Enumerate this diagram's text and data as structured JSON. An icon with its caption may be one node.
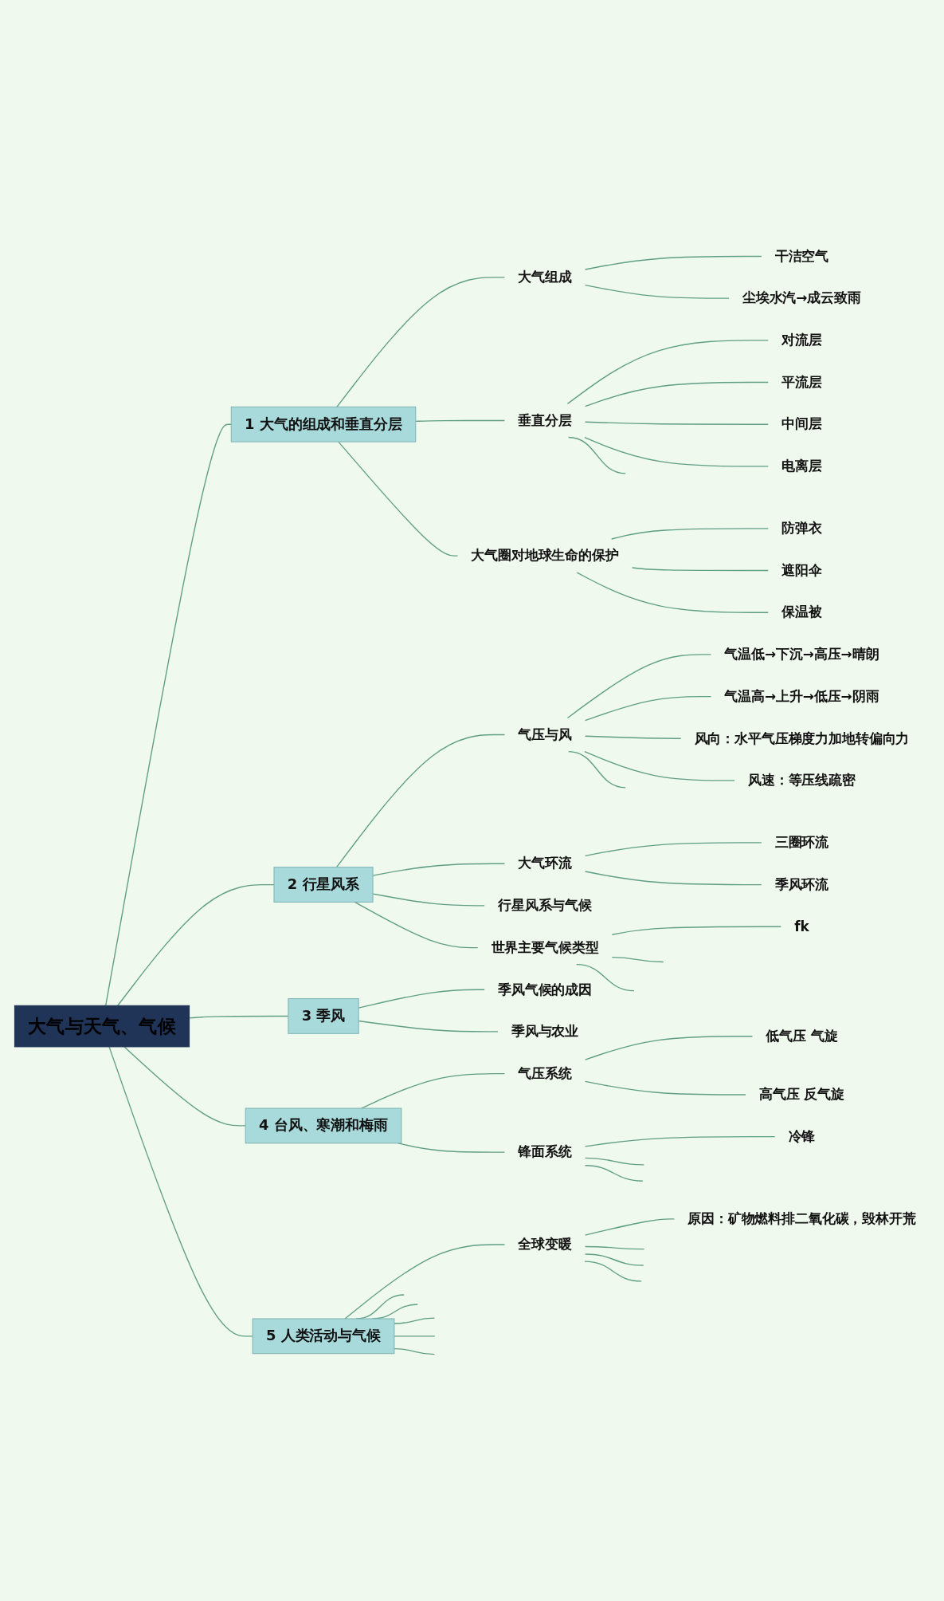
{
  "diagram": {
    "nodes": [
      {
        "text": [
          "大气与天气、气候"
        ]
      },
      {
        "text": [
          "1 大气的组成和垂直分层"
        ]
      },
      {
        "text": [
          "大气组成"
        ]
      },
      {
        "text": [
          "干洁空气"
        ]
      },
      {
        "text": [
          "尘埃水汽→成云致雨"
        ]
      },
      {
        "text": [
          "垂直分层"
        ]
      },
      {
        "text": [
          "对流层"
        ]
      },
      {
        "text": [
          "平流层"
        ]
      },
      {
        "text": [
          "中间层"
        ]
      },
      {
        "text": [
          "电离层"
        ]
      },
      {
        "text": [
          "大气圈对地球生命的保护"
        ]
      },
      {
        "text": [
          "防弹衣"
        ]
      },
      {
        "text": [
          "遮阳伞"
        ]
      },
      {
        "text": [
          "保温被"
        ]
      },
      {
        "text": [
          "2 行星风系"
        ]
      },
      {
        "text": [
          "气压与风"
        ]
      },
      {
        "text": [
          "气温低→下沉→高压→晴朗"
        ]
      },
      {
        "text": [
          "气温高→上升→低压→阴雨"
        ]
      },
      {
        "text": [
          "风向：水平气压梯度力加地转偏向力"
        ]
      },
      {
        "text": [
          "风速：等压线疏密"
        ]
      },
      {
        "text": [
          "大气环流"
        ]
      },
      {
        "text": [
          "三圈环流"
        ]
      },
      {
        "text": [
          "季风环流"
        ]
      },
      {
        "text": [
          "行星风系与气候"
        ]
      },
      {
        "text": [
          "世界主要气候类型"
        ]
      },
      {
        "text": [
          "fk"
        ]
      },
      {
        "text": [
          "3 季风"
        ]
      },
      {
        "text": [
          "季风气候的成因"
        ]
      },
      {
        "text": [
          "季风与农业"
        ]
      },
      {
        "text": [
          "4 台风、寒潮和梅雨"
        ]
      },
      {
        "text": [
          "气压系统"
        ]
      },
      {
        "text": [
          "低气压 气旋"
        ]
      },
      {
        "text": [
          "高气压 反气旋"
        ]
      },
      {
        "text": [
          "锋面系统"
        ]
      },
      {
        "text": [
          "冷锋"
        ]
      },
      {
        "text": [
          "5 人类活动与气候"
        ]
      },
      {
        "text": [
          "全球变暖"
        ]
      },
      {
        "text": [
          "原因：矿物燃料排二氧化碳，毁林开荒"
        ]
      }
    ],
    "edges": [
      {
        "from": 0,
        "to": 1,
        "arrow": "none"
      },
      {
        "from": 1,
        "to": 2,
        "arrow": "none"
      },
      {
        "from": 2,
        "to": 3,
        "arrow": "none"
      },
      {
        "from": 2,
        "to": 4,
        "arrow": "none"
      },
      {
        "from": 1,
        "to": 5,
        "arrow": "none"
      },
      {
        "from": 5,
        "to": 6,
        "arrow": "none"
      },
      {
        "from": 5,
        "to": 7,
        "arrow": "none"
      },
      {
        "from": 5,
        "to": 8,
        "arrow": "none"
      },
      {
        "from": 5,
        "to": 9,
        "arrow": "none"
      },
      {
        "from": 5,
        "to": null,
        "arrow": "none"
      },
      {
        "from": 1,
        "to": 10,
        "arrow": "none"
      },
      {
        "from": 10,
        "to": 11,
        "arrow": "none"
      },
      {
        "from": 10,
        "to": 12,
        "arrow": "none"
      },
      {
        "from": 10,
        "to": 13,
        "arrow": "none"
      },
      {
        "from": 0,
        "to": 14,
        "arrow": "none"
      },
      {
        "from": 14,
        "to": 15,
        "arrow": "none"
      },
      {
        "from": 15,
        "to": 16,
        "arrow": "none"
      },
      {
        "from": 15,
        "to": 17,
        "arrow": "none"
      },
      {
        "from": 15,
        "to": 18,
        "arrow": "none"
      },
      {
        "from": 15,
        "to": 19,
        "arrow": "none"
      },
      {
        "from": 15,
        "to": null,
        "arrow": "none"
      },
      {
        "from": 14,
        "to": 20,
        "arrow": "none"
      },
      {
        "from": 20,
        "to": 21,
        "arrow": "none"
      },
      {
        "from": 20,
        "to": 22,
        "arrow": "none"
      },
      {
        "from": 14,
        "to": 23,
        "arrow": "none"
      },
      {
        "from": 14,
        "to": 24,
        "arrow": "none"
      },
      {
        "from": 24,
        "to": 25,
        "arrow": "none"
      },
      {
        "from": 24,
        "to": null,
        "arrow": "none"
      },
      {
        "from": 24,
        "to": null,
        "arrow": "none"
      },
      {
        "from": 0,
        "to": 26,
        "arrow": "none"
      },
      {
        "from": 26,
        "to": 27,
        "arrow": "none"
      },
      {
        "from": 26,
        "to": 28,
        "arrow": "none"
      },
      {
        "from": 0,
        "to": 29,
        "arrow": "none"
      },
      {
        "from": 29,
        "to": 30,
        "arrow": "none"
      },
      {
        "from": 30,
        "to": 31,
        "arrow": "none"
      },
      {
        "from": 30,
        "to": 32,
        "arrow": "none"
      },
      {
        "from": 29,
        "to": 33,
        "arrow": "none"
      },
      {
        "from": 33,
        "to": 34,
        "arrow": "none"
      },
      {
        "from": 33,
        "to": null,
        "arrow": "none"
      },
      {
        "from": 33,
        "to": null,
        "arrow": "none"
      },
      {
        "from": 0,
        "to": 35,
        "arrow": "none"
      },
      {
        "from": 35,
        "to": 36,
        "arrow": "none"
      },
      {
        "from": 36,
        "to": 37,
        "arrow": "none"
      },
      {
        "from": 36,
        "to": null,
        "arrow": "none"
      },
      {
        "from": 36,
        "to": null,
        "arrow": "none"
      },
      {
        "from": 36,
        "to": null,
        "arrow": "none"
      },
      {
        "from": 35,
        "to": null,
        "arrow": "none"
      },
      {
        "from": 35,
        "to": null,
        "arrow": "none"
      },
      {
        "from": 35,
        "to": null,
        "arrow": "none"
      },
      {
        "from": 35,
        "to": null,
        "arrow": "none"
      },
      {
        "from": 35,
        "to": null,
        "arrow": "none"
      }
    ]
  }
}
